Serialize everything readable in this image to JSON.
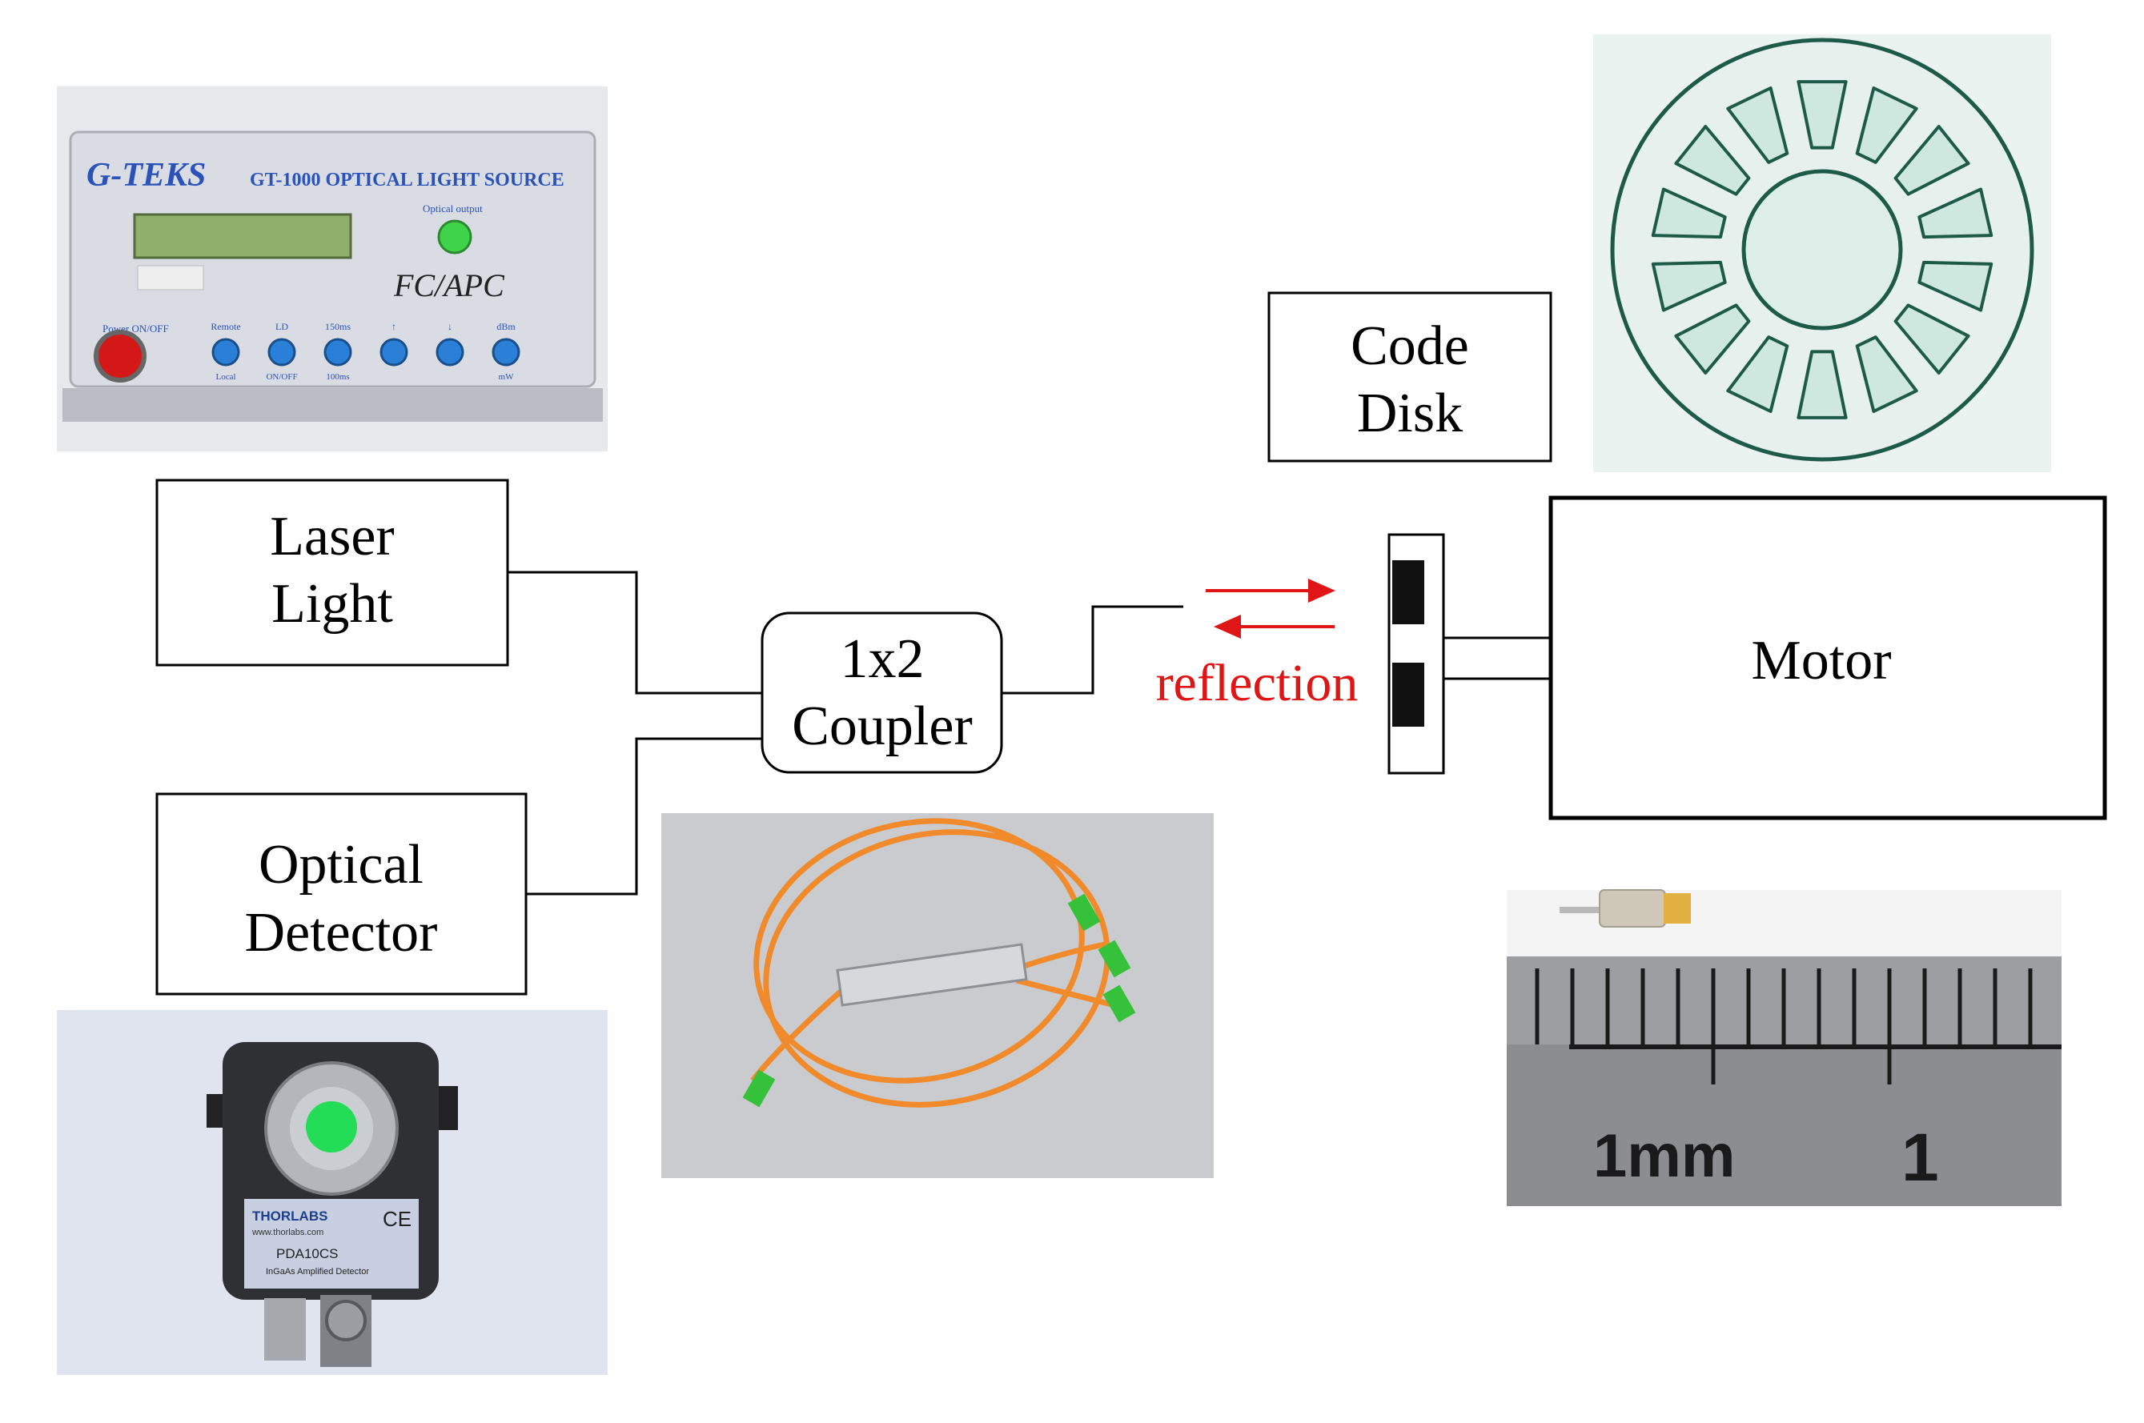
{
  "boxes": {
    "laser_light": [
      "Laser",
      "Light"
    ],
    "optical_detector": [
      "Optical",
      "Detector"
    ],
    "coupler": [
      "1x2",
      "Coupler"
    ],
    "code_disk": [
      "Code",
      "Disk"
    ],
    "motor": "Motor"
  },
  "reflection_label": "reflection",
  "photos": {
    "light_source": {
      "brand": "G-TEKS",
      "model": "GT-1000 OPTICAL LIGHT SOURCE",
      "handwritten": "FC/APC",
      "output_label": "Optical output",
      "power_label": "Power ON/OFF",
      "button_labels": [
        "Remote",
        "LD",
        "150ms",
        "↑",
        "↓",
        "dBm"
      ],
      "button_sublabels": [
        "Local",
        "ON/OFF",
        "100ms",
        "",
        "",
        "mW"
      ]
    },
    "detector": {
      "brand": "THORLABS",
      "website": "www.thorlabs.com",
      "model": "PDA10CS",
      "description": "InGaAs Amplified Detector"
    },
    "ruler": {
      "unit_label": "1mm",
      "number_label": "1"
    }
  },
  "colors": {
    "reflection": "#e01515",
    "line": "#000000",
    "disk_ring": "#1e5a48",
    "disk_fill": "#cfe8df",
    "fiber": "#f08a2a",
    "connector": "#35c23a",
    "detector_button": "#22dd55"
  }
}
